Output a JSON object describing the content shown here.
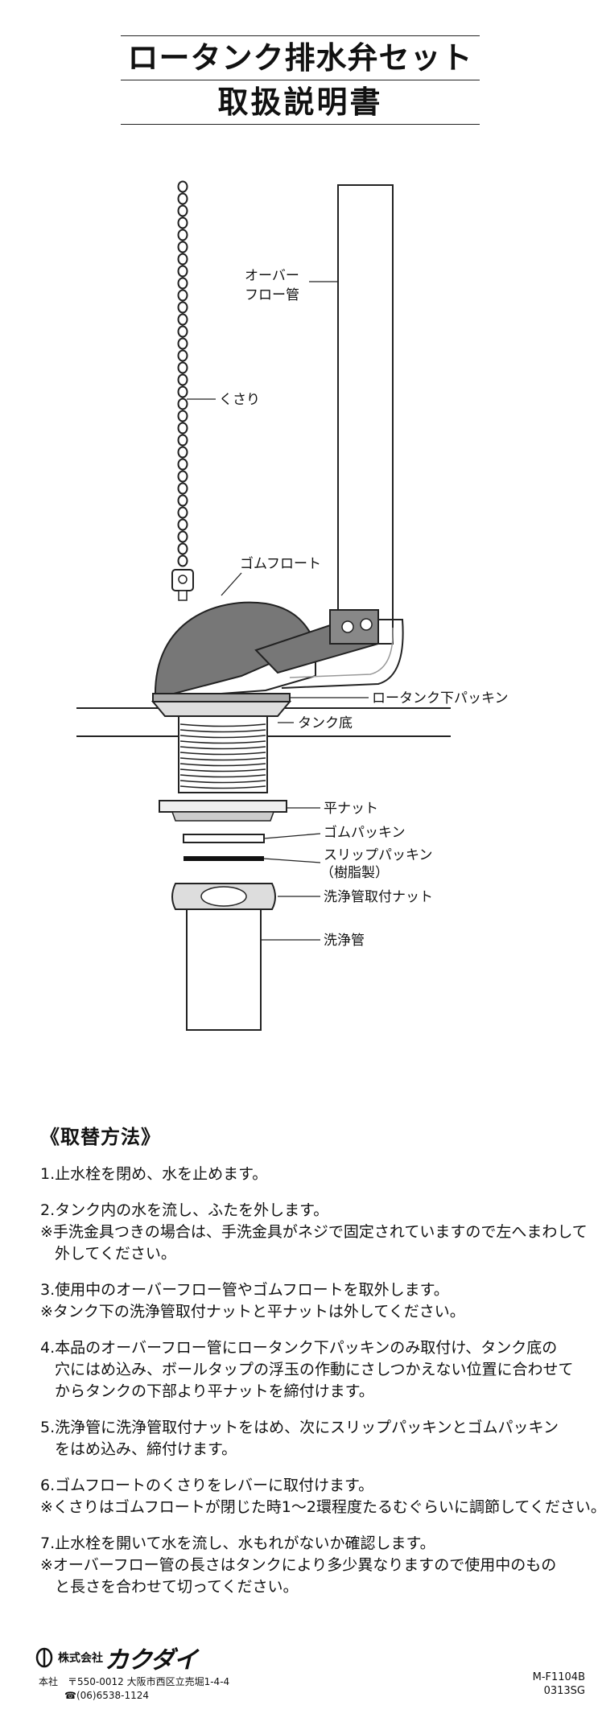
{
  "header": {
    "title_line1": "ロータンク排水弁セット",
    "title_line2": "取扱説明書"
  },
  "diagram_labels": {
    "overflow_1": "オーバー",
    "overflow_2": "フロー管",
    "chain": "くさり",
    "rubber_float": "ゴムフロート",
    "low_tank_packing": "ロータンク下パッキン",
    "tank_bottom": "タンク底",
    "flat_nut": "平ナット",
    "rubber_packing": "ゴムパッキン",
    "slip_packing_1": "スリップパッキン",
    "slip_packing_2": "（樹脂製）",
    "flush_pipe_nut": "洗浄管取付ナット",
    "flush_pipe": "洗浄管"
  },
  "method": {
    "title": "《取替方法》",
    "steps": [
      {
        "lines": [
          {
            "text": "1.止水栓を閉め、水を止めます。",
            "indent": false
          }
        ]
      },
      {
        "lines": [
          {
            "text": "2.タンク内の水を流し、ふたを外します。",
            "indent": false
          },
          {
            "text": "※手洗金具つきの場合は、手洗金具がネジで固定されていますので左へまわして",
            "indent": false
          },
          {
            "text": "外してください。",
            "indent": true
          }
        ]
      },
      {
        "lines": [
          {
            "text": "3.使用中のオーバーフロー管やゴムフロートを取外します。",
            "indent": false
          },
          {
            "text": "※タンク下の洗浄管取付ナットと平ナットは外してください。",
            "indent": false
          }
        ]
      },
      {
        "lines": [
          {
            "text": "4.本品のオーバーフロー管にロータンク下パッキンのみ取付け、タンク底の",
            "indent": false
          },
          {
            "text": "穴にはめ込み、ボールタップの浮玉の作動にさしつかえない位置に合わせて",
            "indent": true
          },
          {
            "text": "からタンクの下部より平ナットを締付けます。",
            "indent": true
          }
        ]
      },
      {
        "lines": [
          {
            "text": "5.洗浄管に洗浄管取付ナットをはめ、次にスリップパッキンとゴムパッキン",
            "indent": false
          },
          {
            "text": "をはめ込み、締付けます。",
            "indent": true
          }
        ]
      },
      {
        "lines": [
          {
            "text": "6.ゴムフロートのくさりをレバーに取付けます。",
            "indent": false
          },
          {
            "text": "※くさりはゴムフロートが閉じた時1〜2環程度たるむぐらいに調節してください。",
            "indent": false
          }
        ]
      },
      {
        "lines": [
          {
            "text": "7.止水栓を開いて水を流し、水もれがないか確認します。",
            "indent": false
          },
          {
            "text": "※オーバーフロー管の長さはタンクにより多少異なりますので使用中のもの",
            "indent": false
          },
          {
            "text": "と長さを合わせて切ってください。",
            "indent": true
          }
        ]
      }
    ]
  },
  "footer": {
    "company_small": "株式会社",
    "company_large": "カクダイ",
    "address": "本社　〒550-0012 大阪市西区立売堀1-4-4",
    "phone": "☎(06)6538-1124",
    "code1": "M-F1104B",
    "code2": "0313SG"
  }
}
